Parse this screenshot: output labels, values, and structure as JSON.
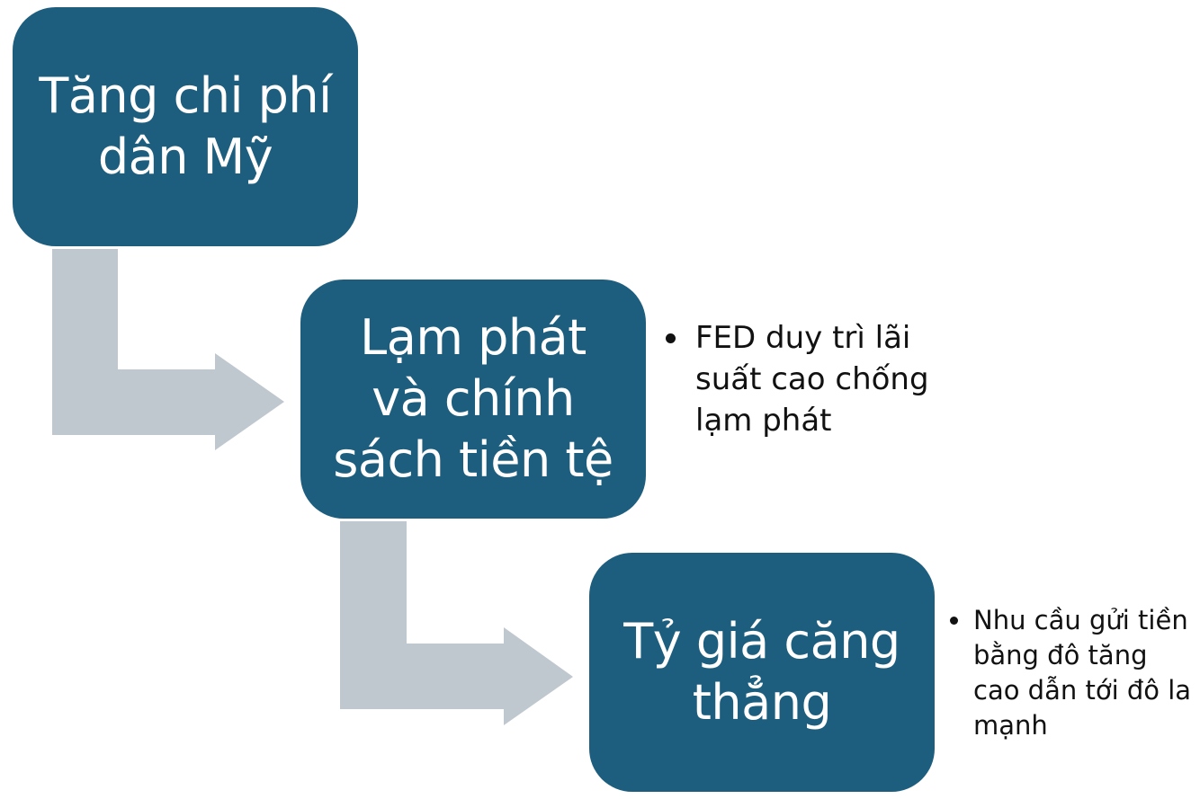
{
  "colors": {
    "box_fill": "#1d5e7e",
    "box_text": "#ffffff",
    "arrow_fill": "#bfc8cf",
    "bullet_text": "#111111"
  },
  "steps": [
    {
      "line1": "Tăng chi phí",
      "line2": "dân Mỹ"
    },
    {
      "line1": "Lạm phát",
      "line2": "và chính",
      "line3": "sách tiền tệ"
    },
    {
      "line1": "Tỷ giá căng",
      "line2": "thẳng"
    }
  ],
  "notes": [
    {
      "text": "FED duy trì lãi suất cao chống lạm phát"
    },
    {
      "text": "Nhu cầu gửi tiền bằng đô tăng cao dẫn tới đô la mạnh"
    }
  ]
}
